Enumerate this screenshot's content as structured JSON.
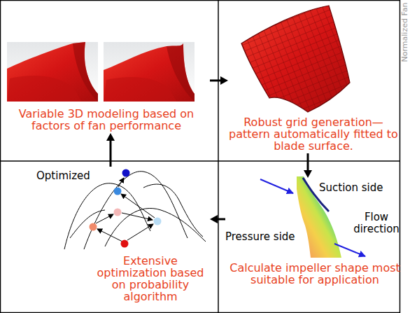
{
  "diagram": {
    "nodes": [
      {
        "text": [
          "Variable 3D modeling based on factors of fan performance"
        ]
      },
      {
        "text": [
          "Robust grid generation— pattern automatically fitted to blade surface."
        ]
      },
      {
        "text": [
          "Extensive optimization based on probability algorithm"
        ]
      },
      {
        "text": [
          "Calculate impeller shape most suitable for application"
        ]
      }
    ],
    "edges": [
      {
        "from": 0,
        "to": 1,
        "arrow": "to"
      },
      {
        "from": 1,
        "to": 3,
        "arrow": "to"
      },
      {
        "from": 3,
        "to": 2,
        "arrow": "to"
      },
      {
        "from": 2,
        "to": 0,
        "arrow": "to"
      }
    ],
    "labels": [
      "Normalized Fan",
      "Suction side",
      "Flow direction",
      "Pressure side",
      "Optimized"
    ]
  }
}
